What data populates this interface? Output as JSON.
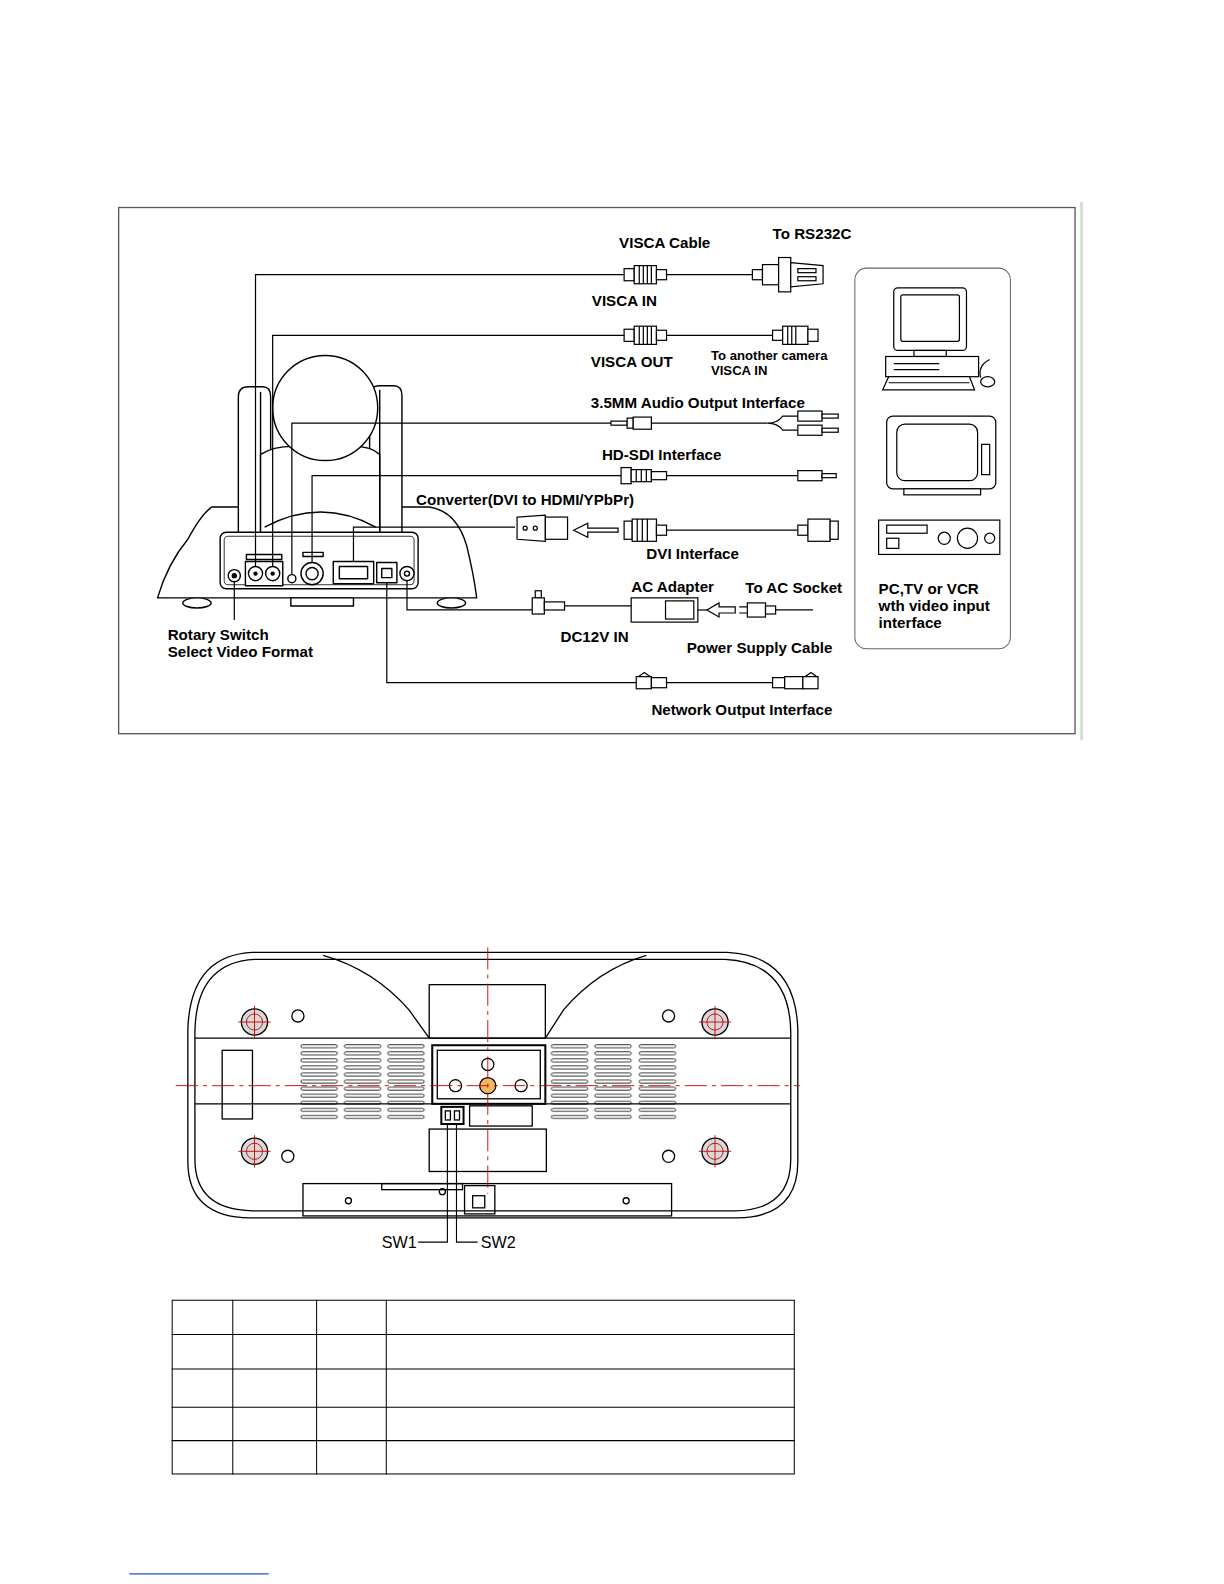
{
  "diagram": {
    "nodes": [
      {
        "text": [
          "PC,TV or VCR wth video input interface"
        ]
      }
    ],
    "labels": [
      "VISCA Cable",
      "To RS232C",
      "VISCA IN",
      "VISCA OUT",
      "To another camera VISCA IN",
      "3.5MM Audio Output Interface",
      "HD-SDI Interface",
      "Converter(DVI to HDMI/YPbPr)",
      "DVI Interface",
      "AC Adapter",
      "To AC Socket",
      "Rotary Switch Select Video Format",
      "DC12V IN",
      "Power Supply Cable",
      "Network Output Interface",
      "SW1",
      "SW2"
    ]
  }
}
